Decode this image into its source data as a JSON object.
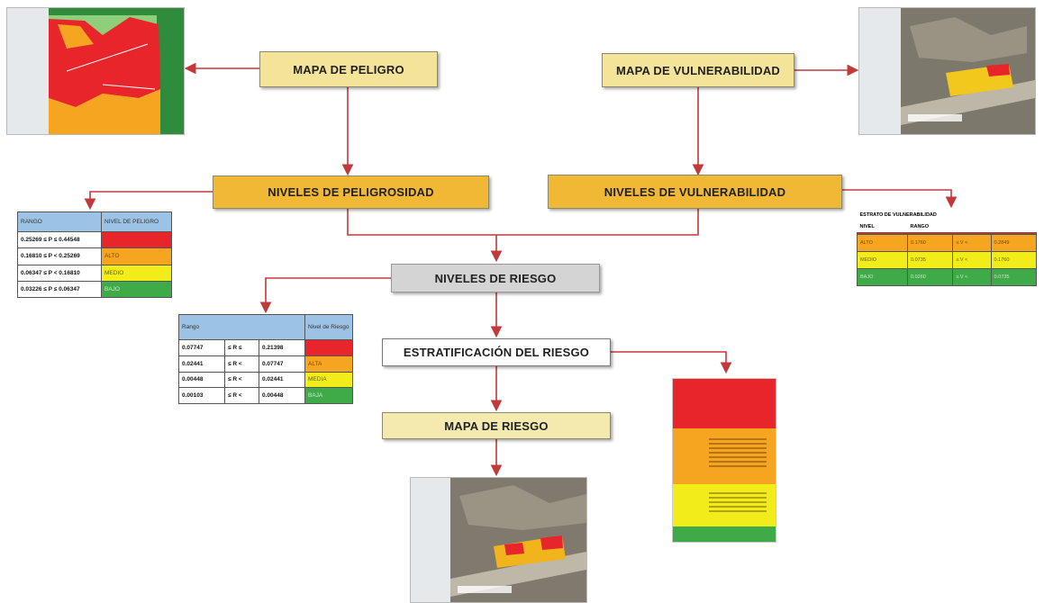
{
  "boxes": {
    "mapa_peligro": "MAPA DE PELIGRO",
    "mapa_vulnerabilidad": "MAPA DE VULNERABILIDAD",
    "niveles_peligrosidad": "NIVELES DE PELIGROSIDAD",
    "niveles_vulnerabilidad": "NIVELES DE VULNERABILIDAD",
    "niveles_riesgo": "NIVELES DE RIESGO",
    "estratificacion": "ESTRATIFICACIÓN DEL RIESGO",
    "mapa_riesgo": "MAPA DE RIESGO"
  },
  "colors": {
    "arrow": "#c0393b",
    "muy_alto": "#e8252b",
    "alto": "#f6a521",
    "medio": "#f2ec1a",
    "bajo": "#3fab48",
    "header": "#9cc3e6"
  },
  "peligro_table": {
    "header_range": "RANGO",
    "header_level": "NIVEL DE PELIGRO",
    "rows": [
      {
        "range": "0.25269 ≤ P ≤ 0.44548",
        "level": ""
      },
      {
        "range": "0.16810 ≤ P < 0.25269",
        "level": "ALTO"
      },
      {
        "range": "0.06347 ≤ P < 0.16810",
        "level": "MEDIO"
      },
      {
        "range": "0.03226 ≤ P ≤ 0.06347",
        "level": "BAJO"
      }
    ]
  },
  "vulnerabilidad_table": {
    "title": "ESTRATO DE VULNERABILIDAD",
    "header_level": "NIVEL",
    "header_range": "RANGO",
    "rows": [
      {
        "level": "",
        "low": "",
        "high": ""
      },
      {
        "level": "ALTO",
        "low": "0.1760",
        "high": "0.2849"
      },
      {
        "level": "MEDIO",
        "low": "0.0735",
        "high": "0.1760"
      },
      {
        "level": "BAJO",
        "low": "0.0260",
        "high": "0.0735"
      }
    ]
  },
  "riesgo_table": {
    "header_range": "Rango",
    "header_level": "Nivel de Riesgo",
    "rows": [
      {
        "low": "0.07747",
        "op": "≤ R ≤",
        "high": "0.21398",
        "level": ""
      },
      {
        "low": "0.02441",
        "op": "≤ R <",
        "high": "0.07747",
        "level": "ALTA"
      },
      {
        "low": "0.00448",
        "op": "≤ R <",
        "high": "0.02441",
        "level": "MEDIA"
      },
      {
        "low": "0.00103",
        "op": "≤ R <",
        "high": "0.00448",
        "level": "BAJA"
      }
    ]
  }
}
